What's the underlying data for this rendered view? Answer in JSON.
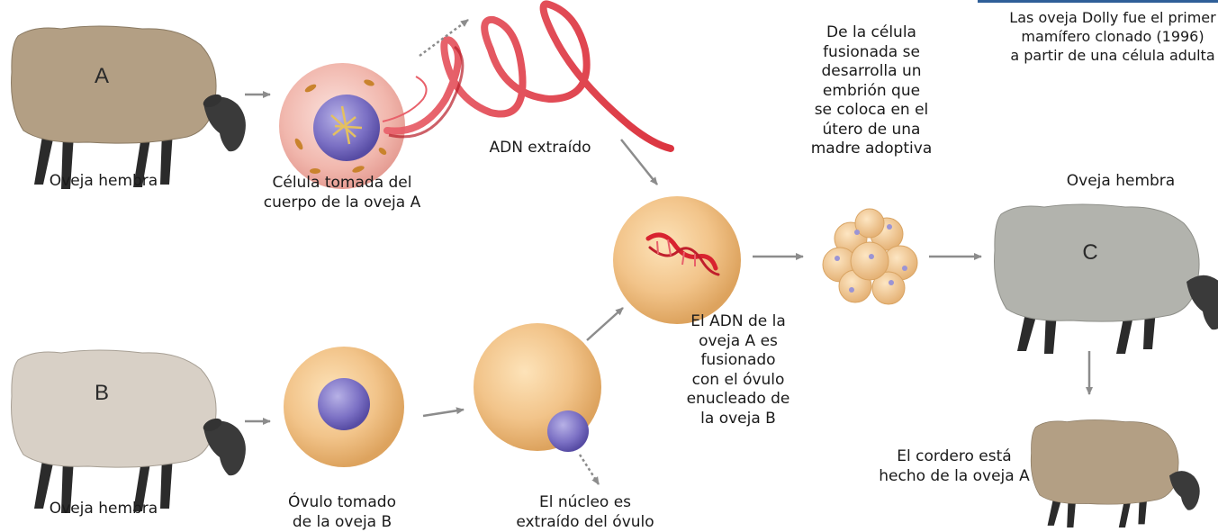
{
  "sheep": {
    "a": {
      "letter": "A",
      "label": "Oveja hembra",
      "color": "#b39f84"
    },
    "b": {
      "letter": "B",
      "label": "Oveja hembra",
      "color": "#d8d0c6"
    },
    "c": {
      "letter": "C",
      "label": "Oveja hembra",
      "color": "#b2b3ad"
    },
    "lamb": {
      "label_lines": [
        "El cordero está",
        "hecho de la oveja A"
      ],
      "color": "#b39f84"
    }
  },
  "cell_a": {
    "label_lines": [
      "Célula tomada del",
      "cuerpo de la oveja A"
    ]
  },
  "dna": {
    "label": "ADN extraído"
  },
  "ovum_b": {
    "label_lines": [
      "Óvulo tomado",
      "de la oveja B"
    ]
  },
  "nucleus_out": {
    "label_lines": [
      "El núcleo es",
      "extraído del óvulo"
    ]
  },
  "fusion": {
    "label_lines": [
      "El ADN de la",
      "oveja A es",
      "fusionado",
      "con el óvulo",
      "enucleado de",
      "la oveja B"
    ]
  },
  "embryo": {
    "label_lines": [
      "De la célula",
      "fusionada se",
      "desarrolla un",
      "embrión que",
      "se coloca en el",
      "útero de una",
      "madre adoptiva"
    ]
  },
  "note": {
    "lines": [
      "Las oveja Dolly fue el primer",
      "mamífero clonado (1996)",
      "a partir de una célula adulta"
    ],
    "accent": "#2f5f98"
  }
}
